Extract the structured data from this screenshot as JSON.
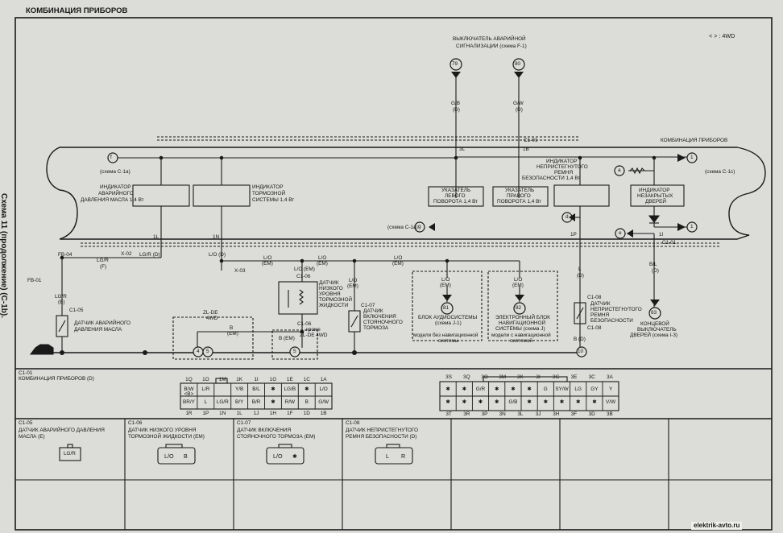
{
  "header": {
    "title": "КОМБИНАЦИЯ ПРИБОРОВ",
    "legend": "< >  : 4WD"
  },
  "side_caption": "Схема 11 (продолжение) (C-1b).",
  "watermark": "elektrik-avto.ru",
  "top": {
    "hazard_switch": [
      "ВЫКЛЮЧАТЕЛЬ АВАРИЙНОЙ",
      "СИГНАЛИЗАЦИИ (схема F-1)"
    ],
    "node_79": "79",
    "node_80": "80",
    "wire_gb": [
      "G/B",
      "(D)"
    ],
    "wire_gw": [
      "G/W",
      "(D)"
    ],
    "conn_c101_top": "C1-01",
    "pin_3l": "3L",
    "pin_1b": "1B",
    "cluster_label": "КОМБИНАЦИЯ ПРИБОРОВ"
  },
  "cluster": {
    "node_f": "f",
    "ref_c1a": "(схема C-1a)",
    "oil_indicator": [
      "ИНДИКАТОР",
      "АВАРИЙНОГО",
      "ДАВЛЕНИЯ МАСЛА 1,4 Вт"
    ],
    "brake_indicator": [
      "ИНДИКАТОР",
      "ТОРМОЗНОЙ",
      "СИСТЕМЫ 1,4 Вт"
    ],
    "left_turn": [
      "УКАЗАТЕЛЬ",
      "ЛЕВОГО",
      "ПОВОРОТА 1,4 Вт"
    ],
    "right_turn": [
      "УКАЗАТЕЛЬ",
      "ПРАВОГО",
      "ПОВОРОТА 1,4 Вт"
    ],
    "seatbelt_indicator": [
      "ИНДИКАТОР",
      "НЕПРИСТЕГНУТОГО",
      "РЕМНЯ",
      "БЕЗОПАСНОСТИ 1,4 Вт"
    ],
    "door_indicator": [
      "ИНДИКАТОР",
      "НЕЗАКРЫТЫХ",
      "ДВЕРЕЙ"
    ],
    "node_a": "a",
    "node_d": "d",
    "node_e": "e",
    "node_g": "g",
    "node_1a": "1",
    "node_1b": "1",
    "ref_c1c": "(схема C-1c)",
    "ref_c1a_2": "(схема C-1a)",
    "pin_1l": "1L",
    "pin_1n": "1N",
    "pin_1p": "1P",
    "pin_1i": "1I",
    "conn_c101_bot": "C1-01"
  },
  "lower": {
    "fb04": "FB-04",
    "fb01": "FB-01",
    "x02": "X-02",
    "x03": "X-03",
    "w_lgr_f": [
      "LG/R",
      "(F)"
    ],
    "w_lgr_d": "LG/R (D)",
    "w_lgr_e": [
      "LG/R",
      "(E)"
    ],
    "w_lo_d": "L/O (D)",
    "w_lo_em1": [
      "L/O",
      "(EM)"
    ],
    "w_lo_em2": [
      "L/O",
      "(EM)"
    ],
    "w_lo_em3": [
      "L/O",
      "(EM)"
    ],
    "w_lo_em4": [
      "L/O",
      "(EM)"
    ],
    "w_lo_em5": [
      "L/O",
      "(EM)"
    ],
    "w_lo_em6": [
      "L/O",
      "(EM)"
    ],
    "w_lo_em7": [
      "L/O",
      "(EM)"
    ],
    "w_l_d": [
      "L",
      "(D)"
    ],
    "w_b_em": [
      "B",
      "(EM)"
    ],
    "w_b_em2": "B (EM)",
    "w_bl_d": [
      "B/L",
      "(D)"
    ],
    "w_b_d": "B (D)",
    "c105": "C1-05",
    "c106": "C1-06",
    "c106b": "C1-06",
    "c107": "C1-07",
    "c108": "C1-08",
    "c108b": "C1-08",
    "oil_sensor": [
      "ДАТЧИК АВАРИЙНОГО",
      "ДАВЛЕНИЯ МАСЛА"
    ],
    "brake_fluid": [
      "ДАТЧИК",
      "НИЗКОГО",
      "УРОВНЯ",
      "ТОРМОЗНОЙ",
      "ЖИДКОСТИ"
    ],
    "parking": [
      "ДАТЧИК",
      "ВКЛЮЧЕНИЯ",
      "СТОЯНОЧНОГО",
      "ТОРМОЗА"
    ],
    "seatbelt": [
      "ДАТЧИК",
      "НЕПРИСТЕГНУТОГО",
      "РЕМНЯ",
      "БЕЗОПАСНОСТИ"
    ],
    "door_switch": [
      "КОНЦЕВОЙ",
      "ВЫКЛЮЧАТЕЛЬ",
      "ДВЕРЕЙ (схема I-3)"
    ],
    "audio": [
      "БЛОК АУДИОСИСТЕМЫ",
      "(схема J-1)"
    ],
    "nav": [
      "ЭЛЕКТРОННЫЙ БЛОК",
      "НАВИГАЦИОННОЙ",
      "СИСТЕМЫ (схема J)"
    ],
    "audio_note": [
      "модели без навигационной",
      "системы"
    ],
    "nav_note": [
      "модели с навигационной",
      "системой"
    ],
    "zlde": [
      "ZL-DE",
      "4WD"
    ],
    "zlde_except": [
      "кроме",
      "ZL-DE 4WD"
    ],
    "node_81": "81",
    "node_82": "82",
    "node_83": "83",
    "g4": "4",
    "g5a": "5",
    "g5b": "5",
    "g10": "10"
  },
  "connectors": {
    "c101_title": "C1-01",
    "c101_sub": "КОМБИНАЦИЯ ПРИБОРОВ (D)",
    "left_top_pins": [
      "1Q",
      "1O",
      "1M",
      "1K",
      "1I",
      "1G",
      "1E",
      "1C",
      "1A"
    ],
    "left_row1": [
      "B/W <B>",
      "L/R",
      "",
      "Y/B",
      "B/L",
      "✱",
      "LG/B",
      "✱",
      "L/O"
    ],
    "left_row2": [
      "BR/Y",
      "L",
      "LG/R",
      "B/Y",
      "B/R",
      "✱",
      "R/W",
      "B",
      "G/W"
    ],
    "left_bot_pins": [
      "1R",
      "1P",
      "1N",
      "1L",
      "1J",
      "1H",
      "1F",
      "1D",
      "1B"
    ],
    "right_top_pins": [
      "3S",
      "3Q",
      "3O",
      "3M",
      "3K",
      "3I",
      "3G",
      "3E",
      "3C",
      "3A"
    ],
    "right_row1": [
      "✱",
      "✱",
      "G/R",
      "✱",
      "✱",
      "✱",
      "G",
      "SY/W",
      "LG",
      "GY",
      "Y"
    ],
    "right_row2": [
      "✱",
      "✱",
      "✱",
      "✱",
      "G/B",
      "✱",
      "✱",
      "✱",
      "✱",
      "✱",
      "V/W"
    ],
    "right_bot_pins": [
      "3T",
      "3R",
      "3P",
      "3N",
      "3L",
      "3J",
      "3H",
      "3F",
      "3D",
      "3B"
    ],
    "c105_title": "C1-05",
    "c105_desc": [
      "ДАТЧИК АВАРИЙНОГО ДАВЛЕНИЯ",
      "МАСЛА (E)"
    ],
    "c105_pin": "LG/R",
    "c106_title": "C1-06",
    "c106_desc": [
      "ДАТЧИК НИЗКОГО УРОВНЯ",
      "ТОРМОЗНОЙ ЖИДКОСТИ (EM)"
    ],
    "c106_pins": [
      "L/O",
      "B"
    ],
    "c107_title": "C1-07",
    "c107_desc": [
      "ДАТЧИК ВКЛЮЧЕНИЯ",
      "СТОЯНОЧНОГО ТОРМОЗА (EM)"
    ],
    "c107_pins": [
      "L/O",
      "✱"
    ],
    "c108_title": "C1-08",
    "c108_desc": [
      "ДАТЧИК НЕПРИСТЕГНУТОГО",
      "РЕМНЯ БЕЗОПАСНОСТИ (D)"
    ],
    "c108_pins": [
      "L",
      "R"
    ]
  }
}
